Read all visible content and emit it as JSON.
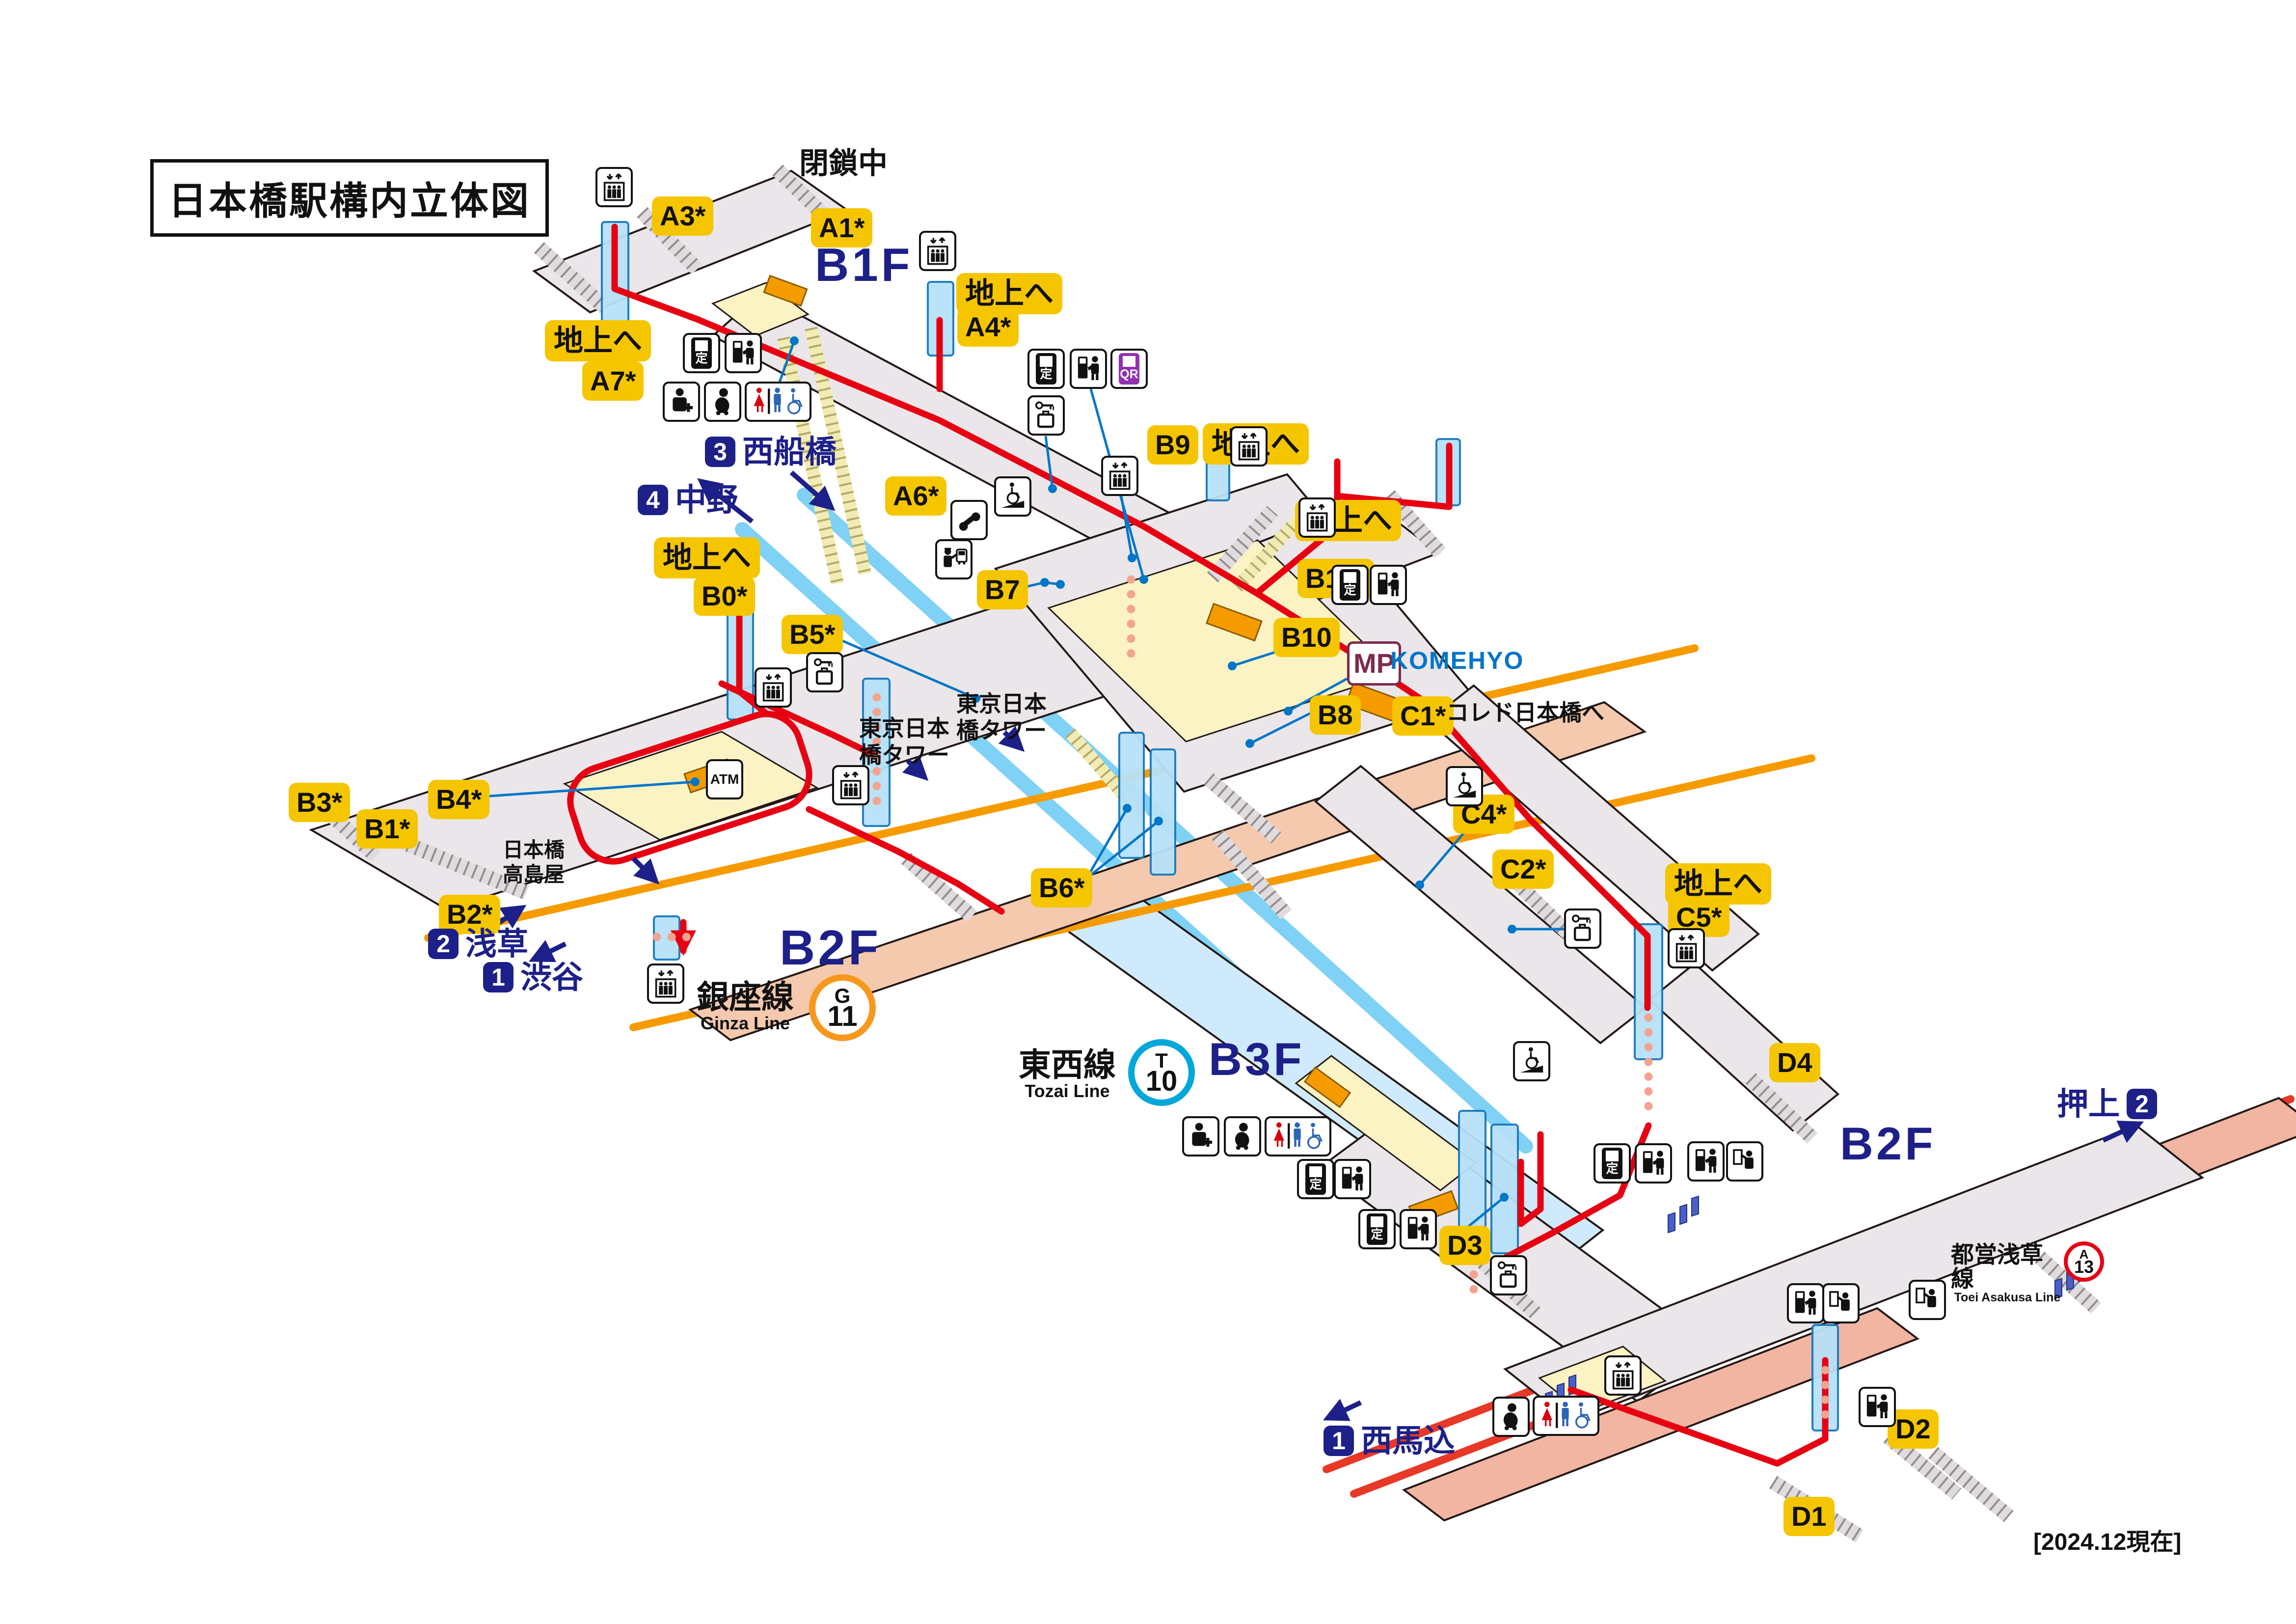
{
  "title": "日本橋駅構内立体図",
  "updated": "[2024.12現在]",
  "closed": "閉鎖中",
  "to_ground": "地上へ",
  "floors": {
    "b1f": "B1F",
    "b2f_ginza": "B2F",
    "b3f": "B3F",
    "b2f_asakusa": "B2F"
  },
  "lines": {
    "ginza": {
      "ja": "銀座線",
      "en": "Ginza Line",
      "letter": "G",
      "number": "11",
      "color": "#F7981D"
    },
    "tozai": {
      "ja": "東西線",
      "en": "Tozai Line",
      "letter": "T",
      "number": "10",
      "color": "#00A7DB"
    },
    "asakusa": {
      "ja": "都営浅草線",
      "en": "Toei Asakusa Line",
      "letter": "A",
      "number": "13",
      "color": "#E60012"
    }
  },
  "exits": {
    "a1": "A1*",
    "a3": "A3*",
    "a4": "A4*",
    "a6": "A6*",
    "a7": "A7*",
    "b0": "B0*",
    "b1": "B1*",
    "b2": "B2*",
    "b3": "B3*",
    "b4": "B4*",
    "b5": "B5*",
    "b6": "B6*",
    "b7": "B7",
    "b8": "B8",
    "b9": "B9",
    "b10": "B10",
    "b12": "B12*",
    "c1": "C1*",
    "c2": "C2*",
    "c4": "C4*",
    "c5": "C5*",
    "d1": "D1",
    "d2": "D2",
    "d3": "D3",
    "d4": "D4"
  },
  "directions": {
    "nishifunabashi": {
      "num": "3",
      "name": "西船橋"
    },
    "nakano": {
      "num": "4",
      "name": "中野"
    },
    "asakusa": {
      "num": "2",
      "name": "浅草"
    },
    "shibuya": {
      "num": "1",
      "name": "渋谷"
    },
    "oshiage": {
      "num": "2",
      "name": "押上"
    },
    "nishimagome": {
      "num": "1",
      "name": "西馬込"
    }
  },
  "landmarks": {
    "takashimaya": "日本橋高島屋",
    "tower": "東京日本橋タワー",
    "komehyo": "KOMEHYO",
    "mp": "MP",
    "coredo": "コレド日本橋へ"
  },
  "icon_labels": {
    "atm": "ATM",
    "teiki": "定",
    "qr": "QR"
  },
  "colors": {
    "exit_badge": "#F5C500",
    "navy": "#1D2088",
    "route_red": "#E60012",
    "ginza_orange": "#F59B00",
    "tozai_blue": "#7FD1F5",
    "asakusa_track": "#E83828",
    "asakusa_platform": "#F2B5A2",
    "callout_blue": "#0076C8",
    "floor_gray": "#EAE6E9",
    "paid_yellow": "#FCF3C5",
    "shaft_blue": "#B7E1F8",
    "komehyo_blue": "#0075C8",
    "mp_maroon": "#7C2B4E",
    "qr_purple": "#9032B0"
  }
}
